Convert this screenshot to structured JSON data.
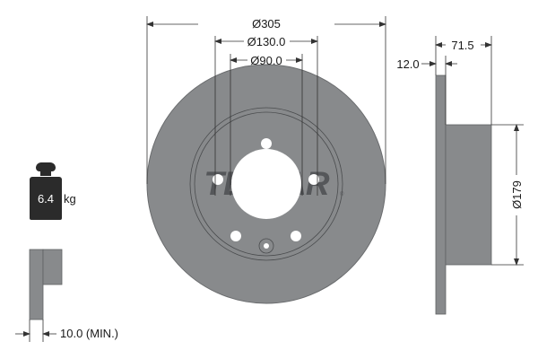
{
  "drawing": {
    "brand_logo": "TEXTAR",
    "colors": {
      "disc_fill": "#888a8c",
      "disc_edge": "#5f6163",
      "logo_color": "#55575a",
      "line_color": "#333333",
      "background": "#ffffff",
      "weight_icon": "#2b2b2b"
    },
    "dimensions": {
      "outer_diameter": "Ø305",
      "bolt_circle_diameter": "Ø130.0",
      "center_hole_diameter": "Ø90.0",
      "disc_thickness": "12.0",
      "overall_height": "71.5",
      "hat_diameter": "Ø179",
      "min_thickness": "10.0 (MIN.)"
    },
    "weight": {
      "value": "6.4",
      "unit": "kg",
      "icon": "weight-icon"
    }
  }
}
